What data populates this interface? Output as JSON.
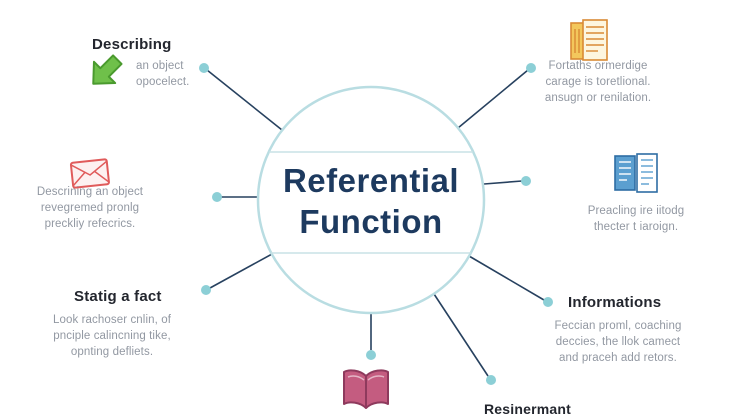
{
  "center": {
    "line1": "Referential",
    "line2": "Function"
  },
  "nodes": {
    "describing": {
      "title": "Describing",
      "lines": [
        "an object",
        "opocelect."
      ]
    },
    "object_note": {
      "lines": [
        "Descrining an object",
        "revegremed pronlg",
        "preckliy refecrics."
      ]
    },
    "fact": {
      "title": "Statig a fact",
      "lines": [
        "Look rachoser cnlin, of",
        "pnciple calincning tike,",
        "opnting defliets."
      ]
    },
    "message": {
      "lines": [
        "Fortaths ormerdige",
        "carage is toretlional.",
        "ansugn or renilation."
      ]
    },
    "reading": {
      "lines": [
        "Preacling ire iitodg",
        "thecter t iaroign."
      ]
    },
    "informations": {
      "title": "Informations",
      "lines": [
        "Feccian proml, coaching",
        "deccies, the llok camect",
        "and praceh add retors."
      ]
    },
    "resinermant": {
      "title": "Resinermant"
    }
  },
  "colors": {
    "navy": "#1d3a5f",
    "line": "#27415f",
    "dot": "#8ccfd6",
    "circle": "#b9dde2",
    "chord": "#c9e2e6",
    "heading": "#23262e",
    "gray": "#9298a2",
    "green": "#6fc04a",
    "green-dark": "#4a9a2e",
    "red": "#e05b5b",
    "yellow": "#f3c75c",
    "orange": "#d98a35",
    "blue": "#5b9fd0",
    "blue-dark": "#2e6da4",
    "book": "#c45c80",
    "book-dark": "#8e3a5d"
  }
}
